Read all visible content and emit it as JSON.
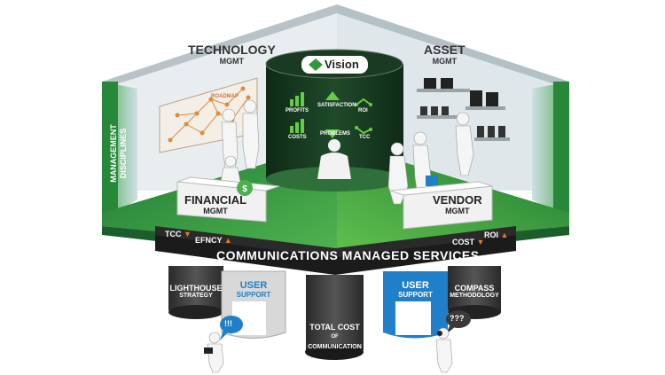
{
  "rooms": {
    "technology": {
      "title": "TECHNOLOGY",
      "sub": "MGMT",
      "board_label": "ROADMAP"
    },
    "asset": {
      "title": "ASSET",
      "sub": "MGMT"
    },
    "financial": {
      "title": "FINANCIAL",
      "sub": "MGMT"
    },
    "vendor": {
      "title": "VENDOR",
      "sub": "MGMT"
    },
    "disciplines": "MANAGEMENT DISCIPLINES"
  },
  "vision": {
    "logo": "Vision",
    "items": [
      "PROFITS",
      "SATISFACTION",
      "ROI",
      "COSTS",
      "PROBLEMS",
      "TCC"
    ]
  },
  "band": {
    "title": "COMMUNICATIONS MANAGED SERVICES",
    "left_metrics": [
      "TCC",
      "EFNCY"
    ],
    "right_metrics": [
      "COST",
      "ROI"
    ]
  },
  "pillars": {
    "lighthouse": {
      "title": "LIGHTHOUSE",
      "sub": "STRATEGY"
    },
    "user_support_left": {
      "title": "USER",
      "sub": "SUPPORT"
    },
    "total_cost": {
      "l1": "TOTAL COST",
      "l2": "OF",
      "l3": "COMMUNICATION"
    },
    "user_support_right": {
      "title": "USER",
      "sub": "SUPPORT"
    },
    "compass": {
      "title": "COMPASS",
      "sub": "METHODOLOGY"
    }
  },
  "bubbles": {
    "left": "!!!",
    "right": "???"
  },
  "colors": {
    "green": "#2e9a3c",
    "green_dark": "#1d6b2a",
    "blue": "#1f7fc8",
    "grey_dark": "#3c3c3c",
    "orange": "#e07a28"
  }
}
